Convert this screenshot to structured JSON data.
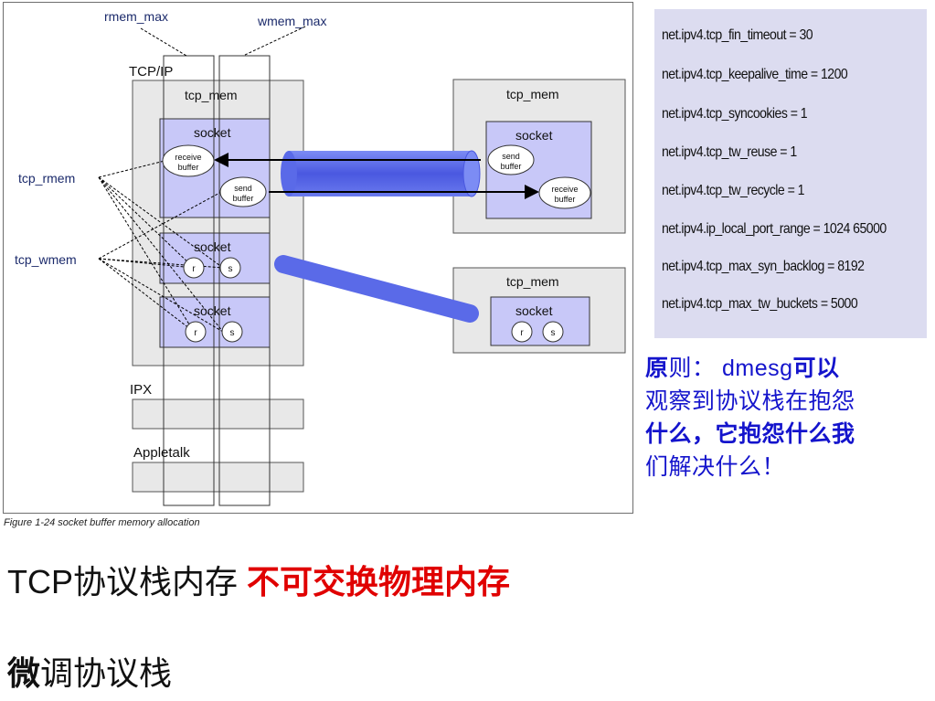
{
  "diagram": {
    "rmem_max": "rmem_max",
    "wmem_max": "wmem_max",
    "tcpip": "TCP/IP",
    "tcp_mem": "tcp_mem",
    "socket": "socket",
    "receive": "receive",
    "send": "send",
    "buffer": "buffer",
    "r": "r",
    "s": "s",
    "tcp_rmem": "tcp_rmem",
    "tcp_wmem": "tcp_wmem",
    "ipx": "IPX",
    "appletalk": "Appletalk",
    "caption": "Figure 1-24   socket buffer memory allocation"
  },
  "sysctl_lines": [
    "net.ipv4.tcp_fin_timeout = 30",
    "net.ipv4.tcp_keepalive_time = 1200",
    "net.ipv4.tcp_syncookies = 1",
    "net.ipv4.tcp_tw_reuse = 1",
    "net.ipv4.tcp_tw_recycle = 1",
    "net.ipv4.ip_local_port_range = 1024 65000",
    "net.ipv4.tcp_max_syn_backlog = 8192",
    "net.ipv4.tcp_max_tw_buckets = 5000"
  ],
  "principle": {
    "p1_bold": "原",
    "p1_rest": "则： dmesg",
    "p1_bold2": "可以",
    "p2": "观察到协议栈在抱怨",
    "p3_bold": "什么，它抱怨什么我",
    "p4": "们解决什么！"
  },
  "heading_memory": {
    "normal": "TCP协议栈内存 ",
    "red": "不可交换物理内存"
  },
  "heading_tune": {
    "bold": "微",
    "rest": "调协议栈"
  },
  "colors": {
    "socket_fill": "#c8c8f8",
    "group_fill": "#e8e8e8",
    "pipe": "#5a6ae8",
    "red": "#e00000",
    "blue_text": "#1414cc"
  }
}
